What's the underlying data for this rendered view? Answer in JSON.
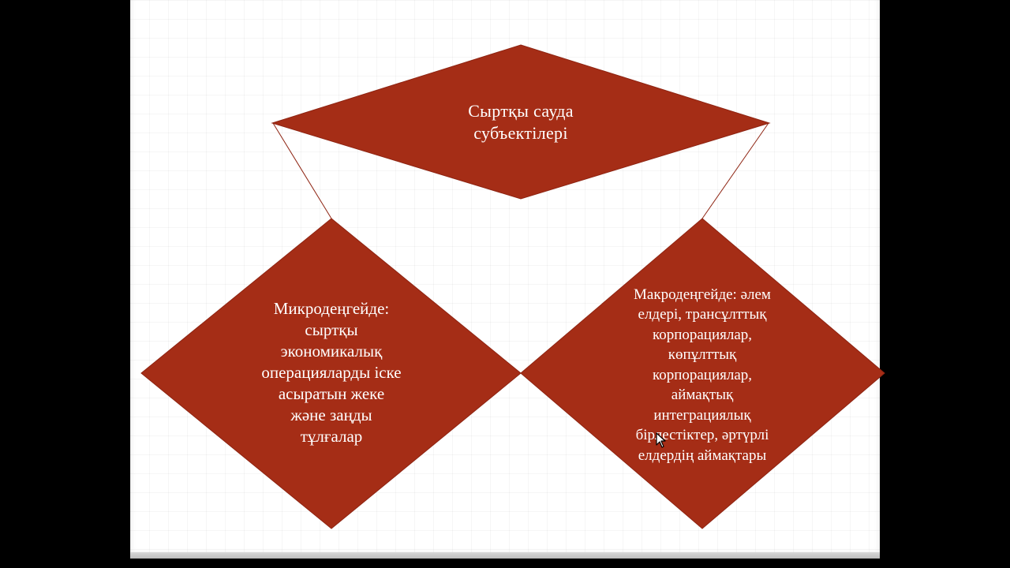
{
  "diagram": {
    "colors": {
      "fill": "#A52D16",
      "stroke": "#8E2412",
      "text": "#ffffff",
      "background": "#ffffff",
      "frame": "#000000"
    },
    "nodes": {
      "top": {
        "text": "Сыртқы  сауда\nсубъектілері"
      },
      "left": {
        "text": "Микродеңгейде:\nсыртқы\nэкономикалық\nоперацияларды іске\nасыратын жеке\nжәне заңды\nтұлғалар"
      },
      "right": {
        "text": "Макродеңгейде: әлем\nелдері, трансұлттық\nкорпорациялар,\nкөпұлттық\nкорпорациялар,\nаймақтық\nинтеграциялық\nбірлестіктер, әртүрлі\nелдердің аймақтары"
      }
    },
    "connectors": [
      {
        "from": "top",
        "to": "left"
      },
      {
        "from": "top",
        "to": "right"
      }
    ]
  }
}
